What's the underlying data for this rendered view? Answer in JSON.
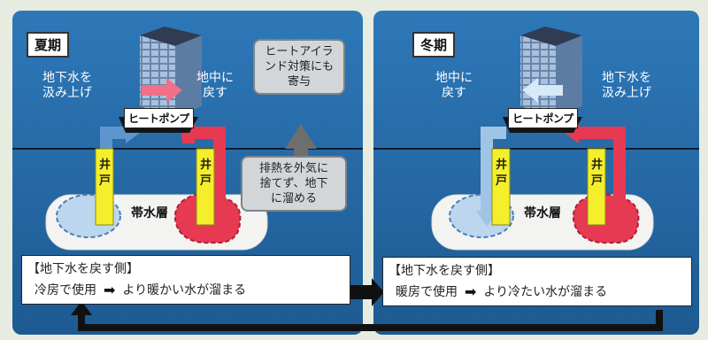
{
  "summer": {
    "title": "夏期",
    "label_pump_up": "地下水を\n汲み上げ",
    "label_return": "地中に\n戻す",
    "heat_pump": "ヒートポンプ",
    "callout_heat_island": "ヒートアイラ\nンド対策にも\n寄与",
    "callout_exhaust": "排熱を外気に\n捨てず、地下\nに溜める",
    "aquifer": "帯水層",
    "well_left": "井戸",
    "well_right": "井戸",
    "info_header": "【地下水を戻す側】",
    "info_use": "冷房で使用",
    "info_result": "より暖かい水が溜まる"
  },
  "winter": {
    "title": "冬期",
    "label_return": "地中に\n戻す",
    "label_pump_up": "地下水を\n汲み上げ",
    "heat_pump": "ヒートポンプ",
    "aquifer": "帯水層",
    "well_left": "井戸",
    "well_right": "井戸",
    "info_header": "【地下水を戻す側】",
    "info_use": "暖房で使用",
    "info_result": "より冷たい水が溜まる"
  },
  "colors": {
    "panel": "#1f5e95",
    "warm": "#e53a52",
    "cool": "#9fc4e6",
    "well": "#f4ef2a"
  }
}
